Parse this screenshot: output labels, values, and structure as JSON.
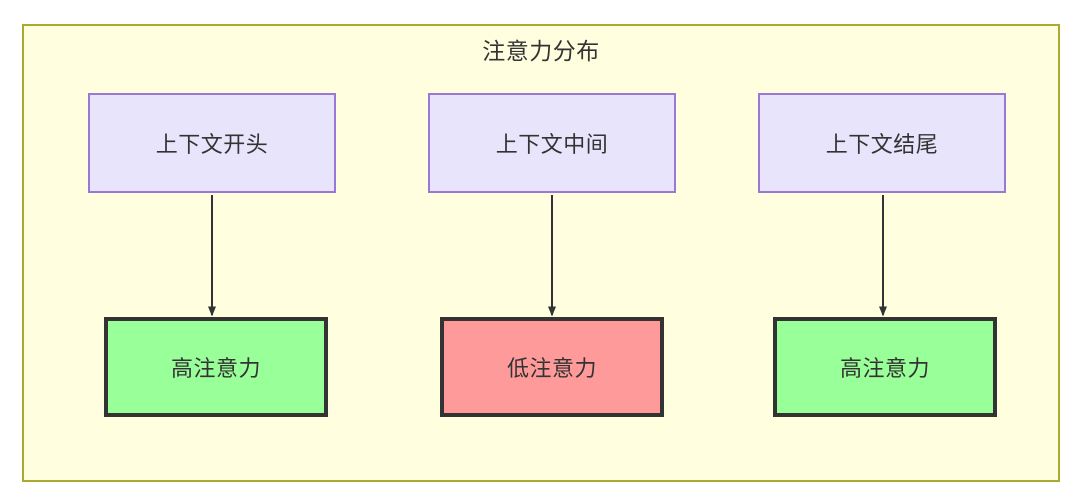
{
  "diagram": {
    "title": "注意力分布",
    "background_color": "#ffffe0",
    "border_color": "#aaaa33",
    "nodes": {
      "context": [
        {
          "id": "context-start",
          "label": "上下文开头",
          "fill": "#e8e4fb",
          "stroke": "#9a79d6"
        },
        {
          "id": "context-middle",
          "label": "上下文中间",
          "fill": "#e8e4fb",
          "stroke": "#9a79d6"
        },
        {
          "id": "context-end",
          "label": "上下文结尾",
          "fill": "#e8e4fb",
          "stroke": "#9a79d6"
        }
      ],
      "attention": [
        {
          "id": "attention-high-start",
          "label": "高注意力",
          "fill": "#99ff99",
          "stroke": "#333333",
          "level": "high"
        },
        {
          "id": "attention-low-middle",
          "label": "低注意力",
          "fill": "#ff9a9a",
          "stroke": "#333333",
          "level": "low"
        },
        {
          "id": "attention-high-end",
          "label": "高注意力",
          "fill": "#99ff99",
          "stroke": "#333333",
          "level": "high"
        }
      ]
    },
    "edges": [
      {
        "from": "上下文开头",
        "to": "高注意力",
        "arrow": "down"
      },
      {
        "from": "上下文中间",
        "to": "低注意力",
        "arrow": "down"
      },
      {
        "from": "上下文结尾",
        "to": "高注意力",
        "arrow": "down"
      }
    ]
  }
}
